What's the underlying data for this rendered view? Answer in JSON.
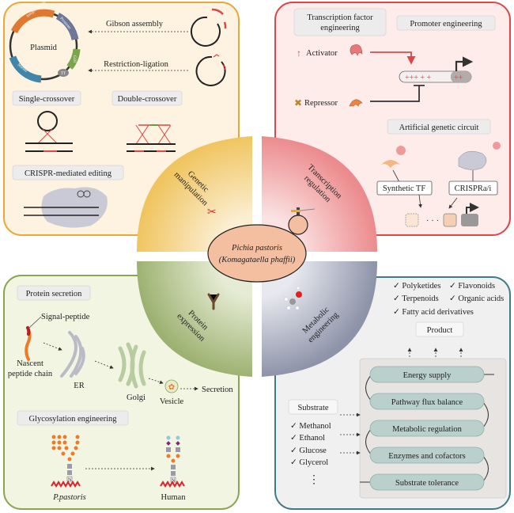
{
  "colors": {
    "genetic": "#e8a93a",
    "transcription": "#e0454a",
    "protein": "#8aa552",
    "metabolic": "#3f7a88",
    "center": "#f4bfa0"
  },
  "center": {
    "line1": "Pichia pastoris",
    "line2": "(Komagataella phaffii)"
  },
  "quadrants": {
    "genetic": {
      "line1": "Genetic",
      "line2": "manipulation",
      "icon": "scissors-icon"
    },
    "transcription": {
      "line1": "Transcription",
      "line2": "regulation",
      "icon": "screwdriver-icon"
    },
    "protein": {
      "line1": "Protein",
      "line2": "expression",
      "icon": "antibody-icon"
    },
    "metabolic": {
      "line1": "Metabolic",
      "line2": "engineering",
      "icon": "molecule-icon"
    }
  },
  "genetic_panel": {
    "plasmid": "Plasmid",
    "plasmid_parts": [
      "Integration site",
      "Promoter",
      "GOI",
      "TT",
      "Marker"
    ],
    "gibson": "Gibson assembly",
    "restriction": "Restriction-ligation",
    "single": "Single-crossover",
    "double": "Double-crossover",
    "crispr": "CRISPR-mediated editing"
  },
  "transcription_panel": {
    "tf_line1": "Transcription factor",
    "tf_line2": "engineering",
    "promoter": "Promoter engineering",
    "activator": "Activator",
    "repressor": "Repressor",
    "plus_left": "+++  + +",
    "plus_right": "++",
    "circuit": "Artificial genetic circuit",
    "synthetic_tf": "Synthetic TF",
    "crispr_ai": "CRISPRa/i",
    "ellipsis": "· · ·"
  },
  "protein_panel": {
    "secretion_title": "Protein secretion",
    "signal": "Signal-peptide",
    "nascent1": "Nascent",
    "nascent2": "peptide chain",
    "er": "ER",
    "golgi": "Golgi",
    "vesicle": "Vesicle",
    "secretion": "Secretion",
    "glyco_title": "Glycosylation engineering",
    "n_label": "N",
    "pastoris": "P.pastoris",
    "human": "Human"
  },
  "metabolic_panel": {
    "products": [
      "✓ Polyketides",
      "✓ Flavonoids",
      "✓ Terpenoids",
      "✓ Organic acids",
      "✓ Fatty acid derivatives"
    ],
    "product_title": "Product",
    "substrate_title": "Substrate",
    "substrates": [
      "✓ Methanol",
      "✓ Ethanol",
      "✓ Glucose",
      "✓ Glycerol",
      "⋮"
    ],
    "modules": [
      "Energy supply",
      "Pathway flux balance",
      "Metabolic regulation",
      "Enzymes and cofactors",
      "Substrate tolerance"
    ]
  }
}
